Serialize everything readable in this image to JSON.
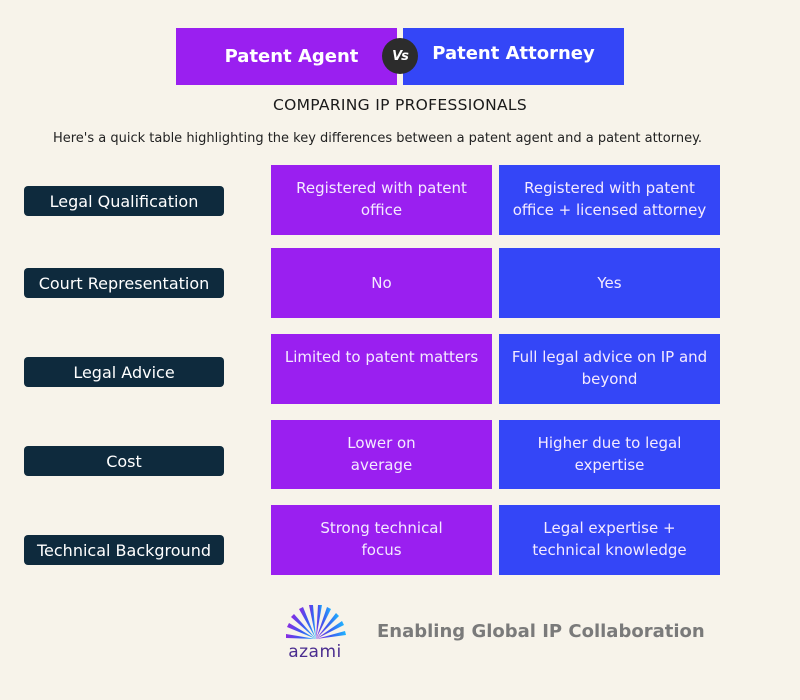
{
  "header": {
    "agent_label": "Patent Agent",
    "vs_label": "Vs",
    "attorney_label": "Patent Attorney"
  },
  "subtitle": "COMPARING IP PROFESSIONALS",
  "intro": "Here's a quick table highlighting the key differences between a patent agent and a patent attorney.",
  "rows": [
    {
      "label": "Legal Qualification",
      "agent": "Registered with patent office",
      "attorney": "Registered with patent office + licensed attorney"
    },
    {
      "label": "Court Representation",
      "agent": "No",
      "attorney": "Yes"
    },
    {
      "label": "Legal Advice",
      "agent": "Limited to patent matters",
      "attorney": "Full legal advice on IP and beyond"
    },
    {
      "label": "Cost",
      "agent": "Lower on average",
      "attorney": "Higher due to legal expertise"
    },
    {
      "label": "Technical Background",
      "agent": "Strong technical focus",
      "attorney": "Legal expertise + technical knowledge"
    }
  ],
  "footer": {
    "brand": "azami",
    "tagline": "Enabling Global IP Collaboration"
  },
  "colors": {
    "agent": "#9a1ff0",
    "attorney": "#3446f7",
    "label_bg": "#0e2a3d",
    "background": "#f7f3ea"
  }
}
